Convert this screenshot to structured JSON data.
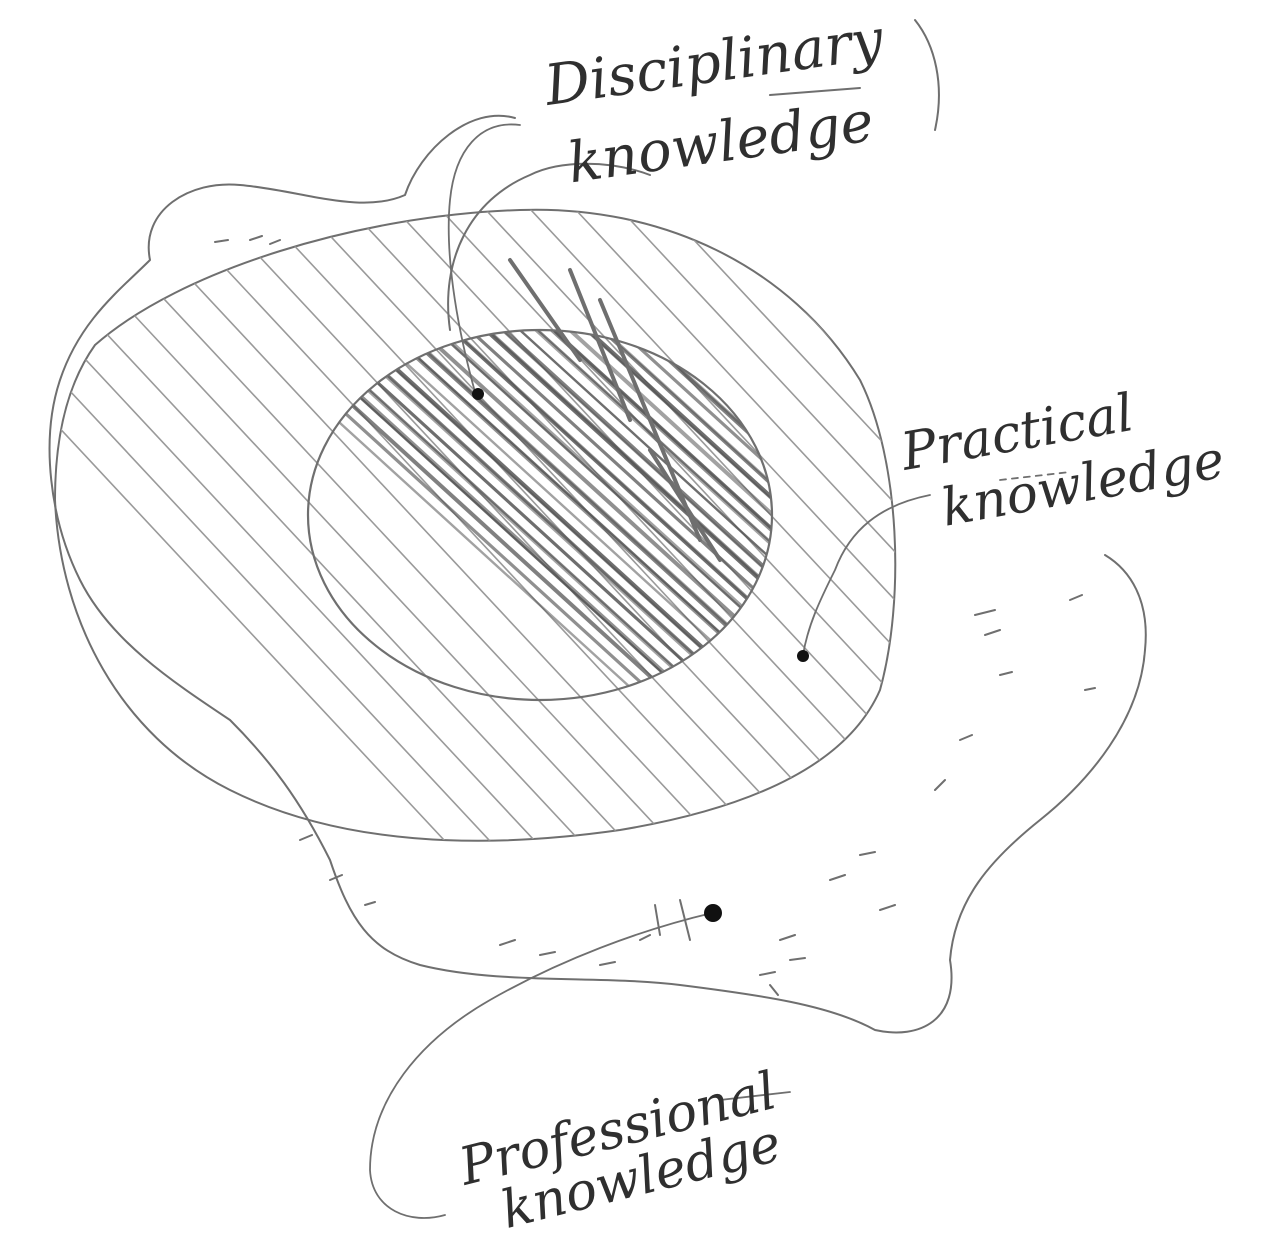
{
  "diagram": {
    "labels": {
      "disciplinary": [
        "Disciplinary",
        "knowledge"
      ],
      "practical": [
        "Practical",
        "knowledge"
      ],
      "professional": [
        "Professional",
        "knowledge"
      ]
    },
    "colors": {
      "pencil": "#6f6f6f",
      "hatch_dark": "#555555",
      "hatch_light": "#9a9a9a",
      "paper": "#ffffff",
      "dot": "#111111"
    }
  }
}
